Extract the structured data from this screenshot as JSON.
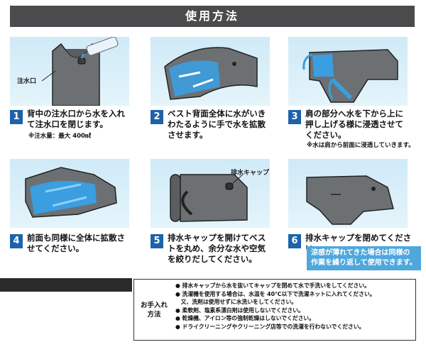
{
  "title": "使用方法",
  "steps": [
    {
      "num": "1",
      "text": "背中の注水口から水を入れ\nて注水口を閉じます。",
      "note": "※注水量：最大 400㎖",
      "label": "注水口"
    },
    {
      "num": "2",
      "text": "ベスト背面全体に水がいき\nわたるように手で水を拡散\nさせます。"
    },
    {
      "num": "3",
      "text": "肩の部分へ水を下から上に\n押し上げる様に浸透させて\nください。",
      "note": "※水は肩から前面に浸透していきます。"
    },
    {
      "num": "4",
      "text": "前面も同様に全体に拡散さ\nせてください。"
    },
    {
      "num": "5",
      "text": "排水キャップを開けてベス\nトを丸め、余分な水や空気\nを絞りだしてください。",
      "label": "排水キャップ"
    },
    {
      "num": "6",
      "text": "排水キャップを閉めてください。",
      "note": "涼感が薄れてきた場合は同様の\n作業を繰り返して使用できます。"
    }
  ],
  "care": {
    "title": "お手入れ\n方法",
    "items": [
      "● 排水キャップから水を抜いてキャップを閉めて水で手洗いをしてください。",
      "● 洗濯機を使用する場合は、水温を 40℃以下で洗濯ネットに入れてください。\n　又、洗剤は使用せずに水洗いをしてください。",
      "● 柔軟剤、塩素系漂白剤は使用しないでください。",
      "● 乾燥機、アイロン等の強制乾燥はしないでください。",
      "● ドライクリーニングやクリーニング店等での洗濯を行わないでください。"
    ]
  },
  "colors": {
    "header": "#4b4b4d",
    "step_number": "#1d63aa",
    "panel_bg": "#d6eef9",
    "vest": "#6d7073",
    "water": "#3a9ee0",
    "note_blue": "#4fa7dc"
  }
}
